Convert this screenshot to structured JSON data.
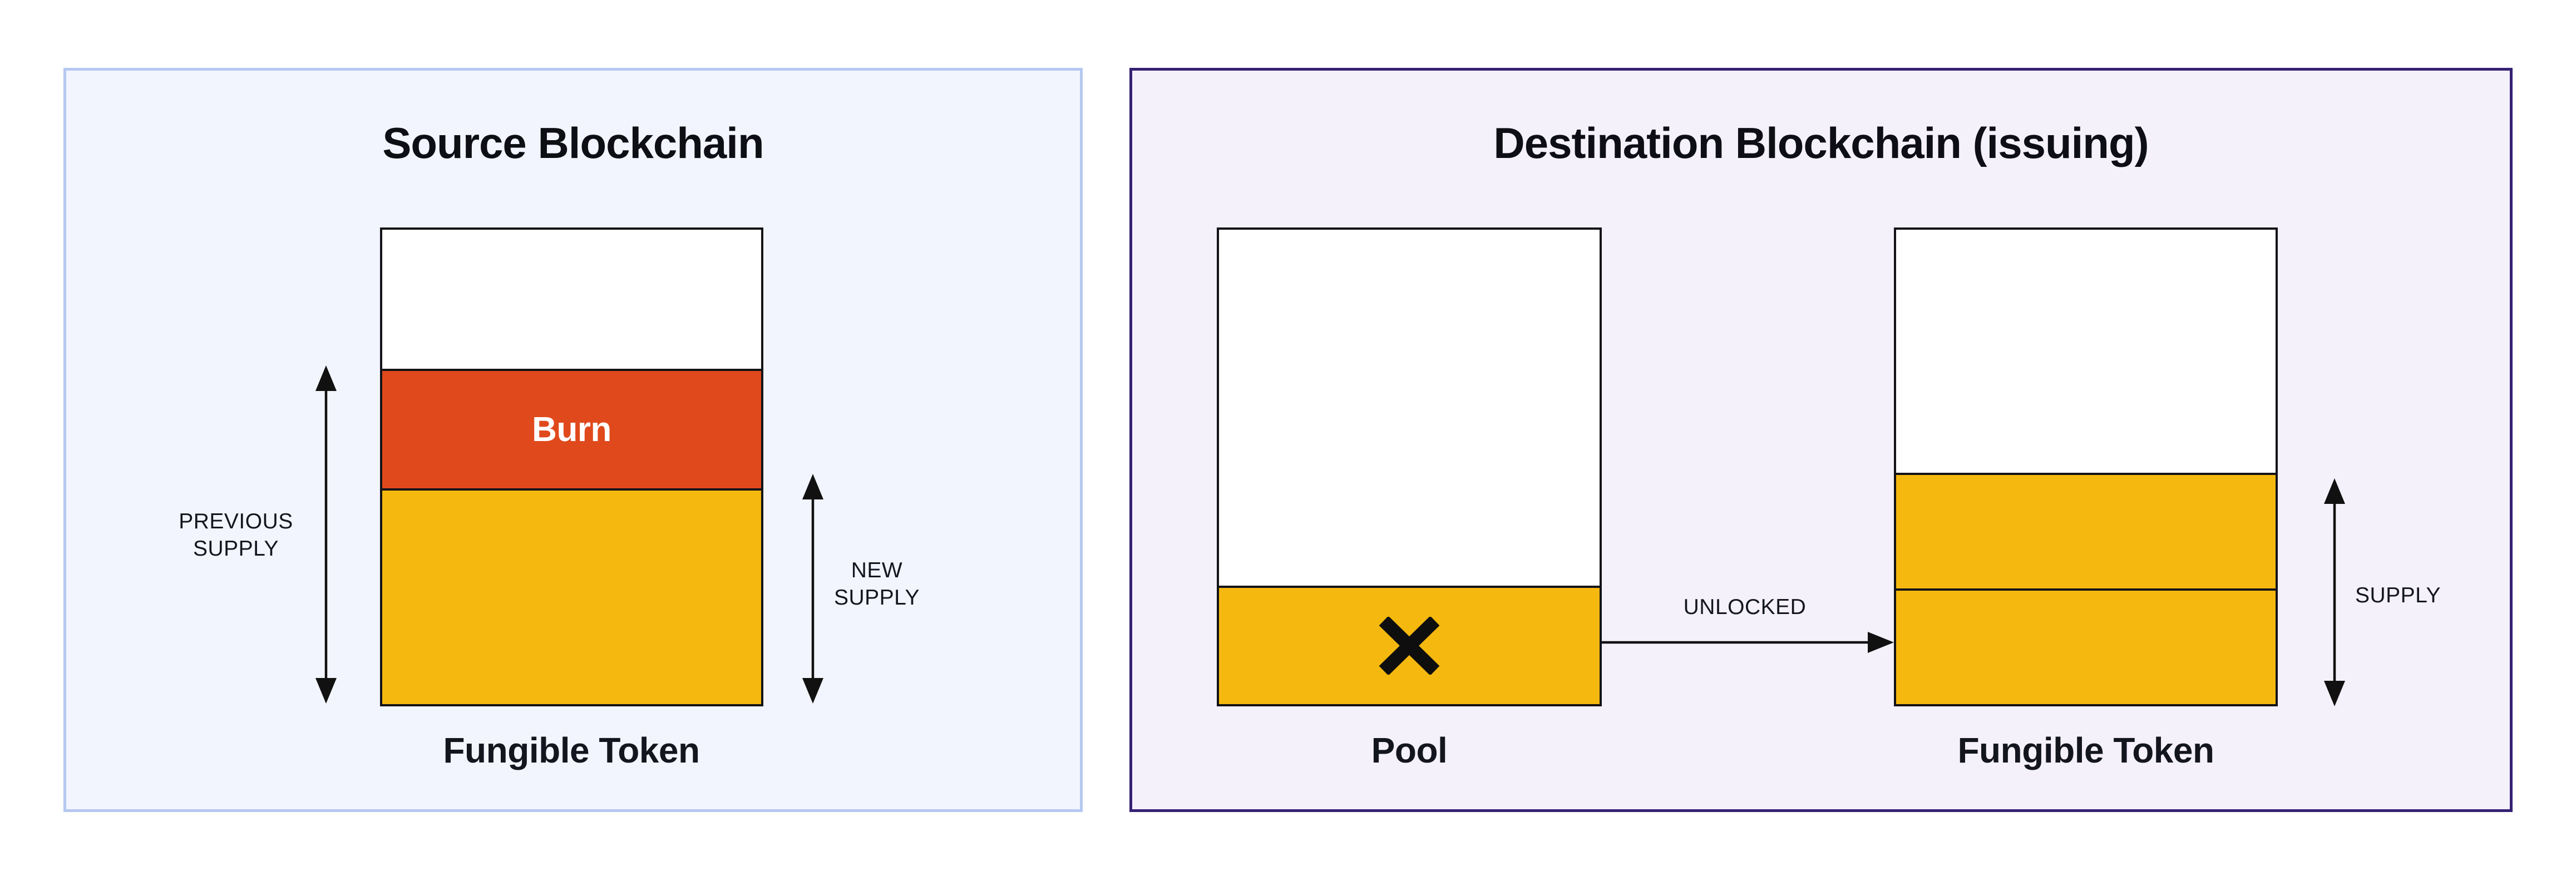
{
  "colors": {
    "page_background": "#ffffff",
    "yellow": "#f5b80e",
    "orange": "#e0491c",
    "bar_border": "#131318",
    "arrow": "#111111",
    "title_text": "#0e0f14",
    "label_text": "#14161f",
    "burn_text": "#ffffff",
    "source_panel_bg": "#f2f5fd",
    "source_panel_border": "#b5c8f1",
    "dest_panel_bg": "#f4f1fb",
    "dest_panel_border": "#362173",
    "white_segment": "#ffffff"
  },
  "source_panel": {
    "title": "Source Blockchain",
    "token_bar": {
      "caption": "Fungible Token",
      "segments": [
        {
          "name": "empty-headroom",
          "label": "",
          "color": "#ffffff",
          "height": "29.3%"
        },
        {
          "name": "burn",
          "label": "Burn",
          "color": "#e0491c",
          "height": "25.2%"
        },
        {
          "name": "remaining-supply",
          "label": "",
          "color": "#f5b80e",
          "height": "45.5%"
        }
      ]
    },
    "previous_supply_label": {
      "line1": "PREVIOUS",
      "line2": "SUPPLY"
    },
    "new_supply_label": {
      "line1": "NEW",
      "line2": "SUPPLY"
    }
  },
  "destination_panel": {
    "title": "Destination Blockchain (issuing)",
    "pool_bar": {
      "caption": "Pool",
      "icon": "x-mark",
      "segments": [
        {
          "name": "empty",
          "label": "",
          "color": "#ffffff",
          "height": "75.0%"
        },
        {
          "name": "locked-remainder",
          "label": "",
          "color": "#f5b80e",
          "height": "25.0%"
        }
      ]
    },
    "unlocked_label": "UNLOCKED",
    "token_bar": {
      "caption": "Fungible Token",
      "segments": [
        {
          "name": "empty-headroom",
          "label": "",
          "color": "#ffffff",
          "height": "51.2%"
        },
        {
          "name": "unlocked-amount",
          "label": "",
          "color": "#f5b80e",
          "height": "24.4%"
        },
        {
          "name": "existing-supply",
          "label": "",
          "color": "#f5b80e",
          "height": "24.4%"
        }
      ]
    },
    "supply_label": "SUPPLY"
  }
}
